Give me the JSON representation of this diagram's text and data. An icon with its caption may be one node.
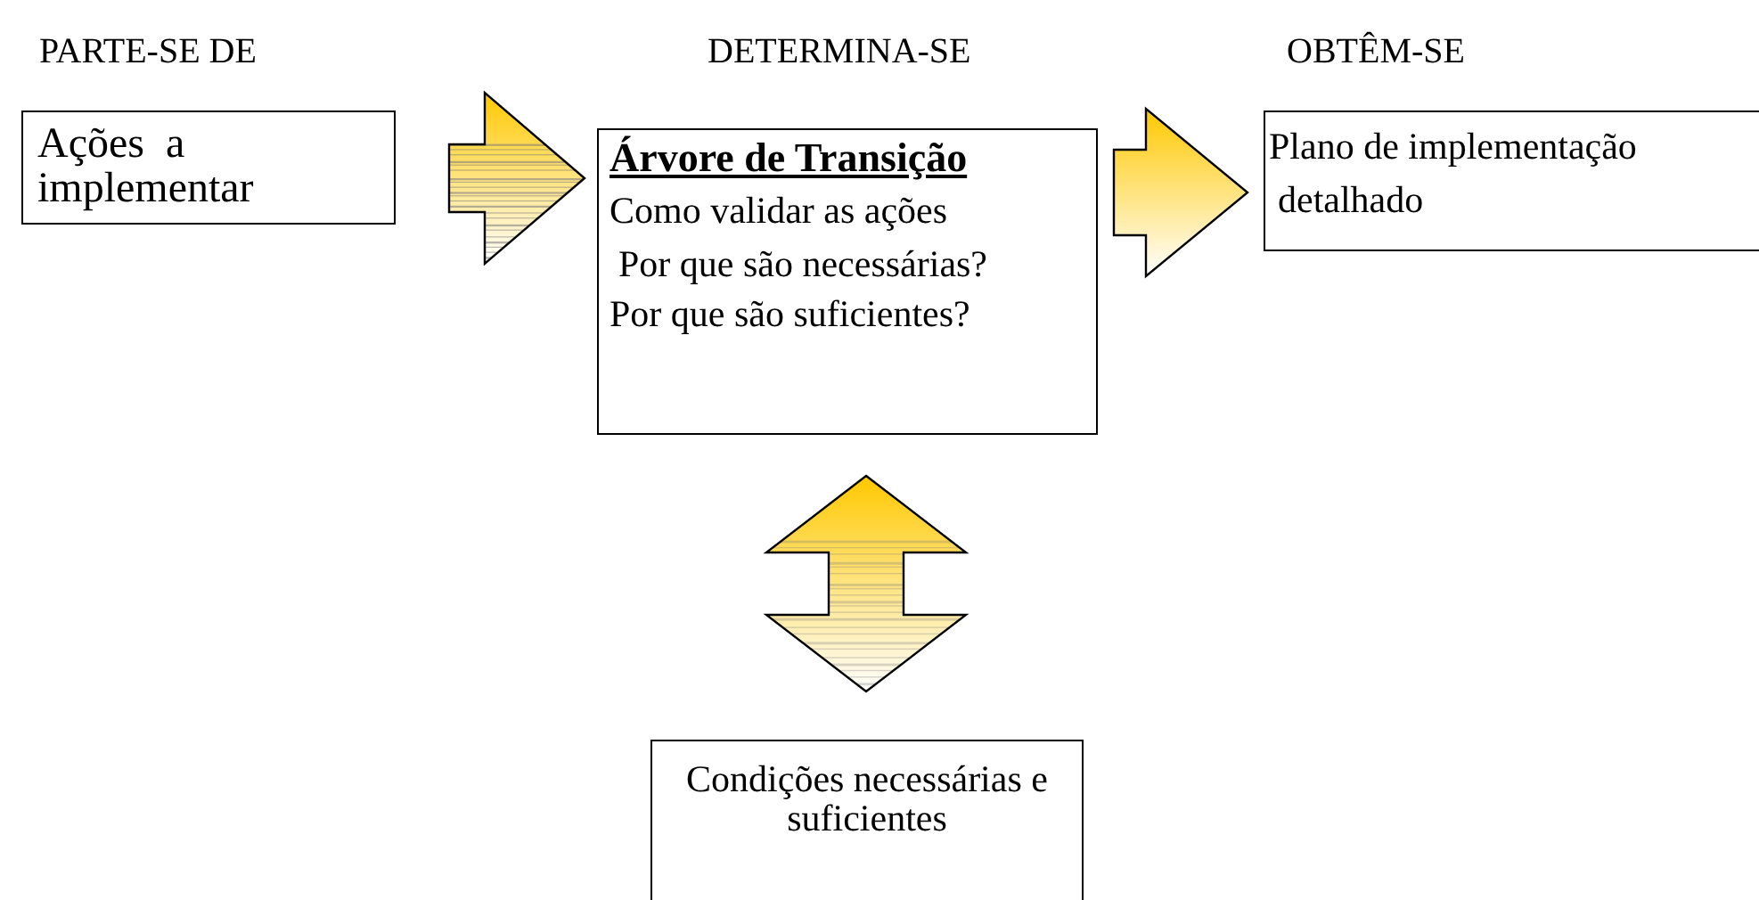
{
  "diagram": {
    "nodes": [
      {
        "text": [
          "Ações  a implementar"
        ]
      },
      {
        "text": [
          "Árvore de Transição",
          "Como validar as ações",
          "Por que são necessárias?",
          "Por que são suficientes?"
        ]
      },
      {
        "text": [
          "Plano de implementação",
          "detalhado"
        ]
      },
      {
        "text": [
          "Condições necessárias e suficientes"
        ]
      }
    ],
    "edges": [
      {
        "from": 0,
        "to": 1,
        "arrow": "to"
      },
      {
        "from": 1,
        "to": 2,
        "arrow": "to"
      },
      {
        "from": 1,
        "to": 3,
        "arrow": "both"
      }
    ],
    "labels": [
      "PARTE-SE DE",
      "DETERMINA-SE",
      "OBTÊM-SE"
    ]
  }
}
